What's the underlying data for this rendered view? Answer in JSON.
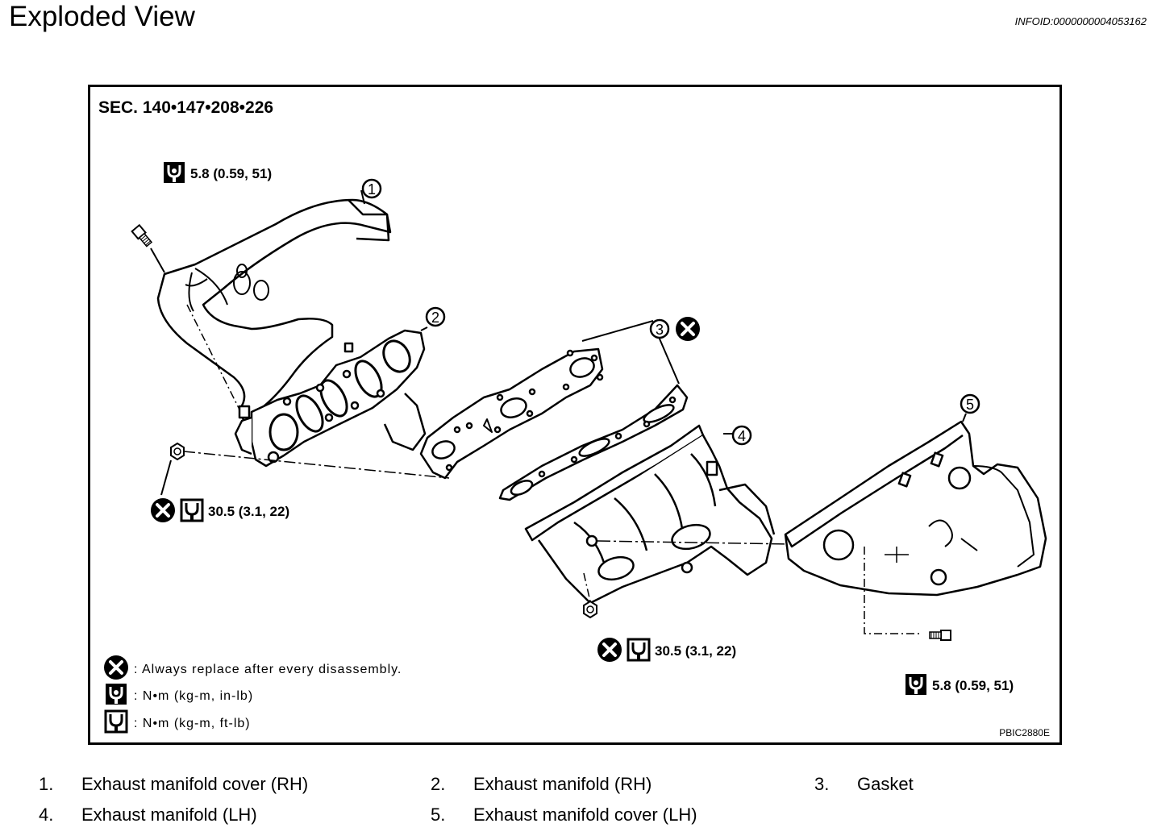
{
  "header": {
    "title": "Exploded View",
    "info_id": "INFOID:0000000004053162"
  },
  "figure": {
    "section": "SEC. 140•147•208•226",
    "figure_code": "PBIC2880E",
    "callouts": [
      "1",
      "2",
      "3",
      "4",
      "5"
    ],
    "torques": {
      "cover_rh_bolt": "5.8 (0.59, 51)",
      "manifold_rh_nut": "30.5 (3.1, 22)",
      "manifold_lh_nut": "30.5 (3.1, 22)",
      "cover_lh_bolt": "5.8 (0.59, 51)"
    },
    "legend": {
      "replace": ": Always replace after every disassembly.",
      "inlb": ": N•m (kg-m, in-lb)",
      "ftlb": ": N•m (kg-m, ft-lb)"
    },
    "icons": {
      "replace": "x-circle-icon",
      "inlb": "torque-wrench-inlb-icon",
      "ftlb": "torque-wrench-ftlb-icon"
    }
  },
  "parts_list": [
    {
      "num": "1.",
      "name": "Exhaust manifold cover (RH)"
    },
    {
      "num": "2.",
      "name": "Exhaust manifold (RH)"
    },
    {
      "num": "3.",
      "name": "Gasket"
    },
    {
      "num": "4.",
      "name": "Exhaust manifold (LH)"
    },
    {
      "num": "5.",
      "name": "Exhaust manifold cover (LH)"
    }
  ]
}
